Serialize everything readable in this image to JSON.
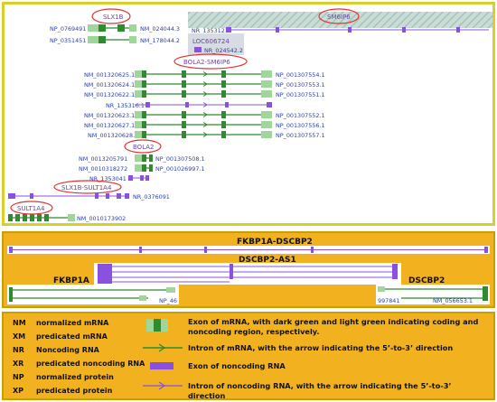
{
  "genes_top": {
    "slx1b": "SLX1B",
    "sm6ip6": "SM6IP6",
    "loc": "LOC606724",
    "bola2_sm6ip6": "BOLA2-SM6IP6",
    "bola2": "BOLA2",
    "slx1b_sult1a4": "SLX1B-SULT1A4",
    "sult1a4": "SULT1A4"
  },
  "transcripts": {
    "np_0769491": "NP_0769491",
    "nm_024044": "NM_024044.3",
    "np_0351451": "NP_0351451",
    "nm_178044": "NM_178044.2",
    "nr_1353121": "NR_1353121",
    "nr_024542": "NR_024542.2",
    "left_list": [
      "NM_001320625.1",
      "NM_001320624.1",
      "NM_001320622.1",
      "NR_135316.1",
      "NM_001320623.1",
      "NM_001320627.1",
      "NM_001320628.1"
    ],
    "right_list": [
      "NP_001307554.1",
      "NP_001307553.1",
      "NP_001307551.1",
      "",
      "NP_001307552.1",
      "NP_001307556.1",
      "NP_001307557.1"
    ],
    "nm_0013205791": "NM_0013205791",
    "np_001307508": "NP_001307508.1",
    "nm_0010318272": "NM_0010318272",
    "np_001026997": "NP_001026997.1",
    "nr_1353041": "NR_1353041",
    "nr_0376091": "NR_0376091",
    "nm_0010173902": "NM_0010173902"
  },
  "panel2": {
    "fkbp1a_dscbp2": "FKBP1A-DSCBP2",
    "dscbp2_as1": "DSCBP2-AS1",
    "fkbp1a": "FKBP1A",
    "dscbp2": "DSCBP2",
    "np_46": "NP_46",
    "left_997841": "997841",
    "nm_056653": "NM_056653.1"
  },
  "legend": {
    "abbr": [
      {
        "code": "NM",
        "name": "normalized mRNA"
      },
      {
        "code": "XM",
        "name": "predicated mRNA"
      },
      {
        "code": "NR",
        "name": "Noncoding RNA"
      },
      {
        "code": "XR",
        "name": "predicated noncoding RNA"
      },
      {
        "code": "NP",
        "name": "normalized protein"
      },
      {
        "code": "XP",
        "name": "predicated protein"
      }
    ],
    "desc": {
      "exon_mrna": "Exon of mRNA, with dark green and light green indicating coding and noncoding region, respectively.",
      "intron_mrna": "Intron of mRNA, with the arrow indicating the 5’-to-3’ direction",
      "exon_ncrna": "Exon of noncoding RNA",
      "intron_ncrna": "Intron of noncoding RNA, with the arrow indicating the 5’-to-3’ direction"
    }
  },
  "colors": {
    "dark_green": "#2e8b2e",
    "light_green": "#9fd69a",
    "purple": "#8a50e0",
    "panel_border": "#d9cf2a",
    "orange": "#f2b21f",
    "ellipse": "#e03434"
  }
}
